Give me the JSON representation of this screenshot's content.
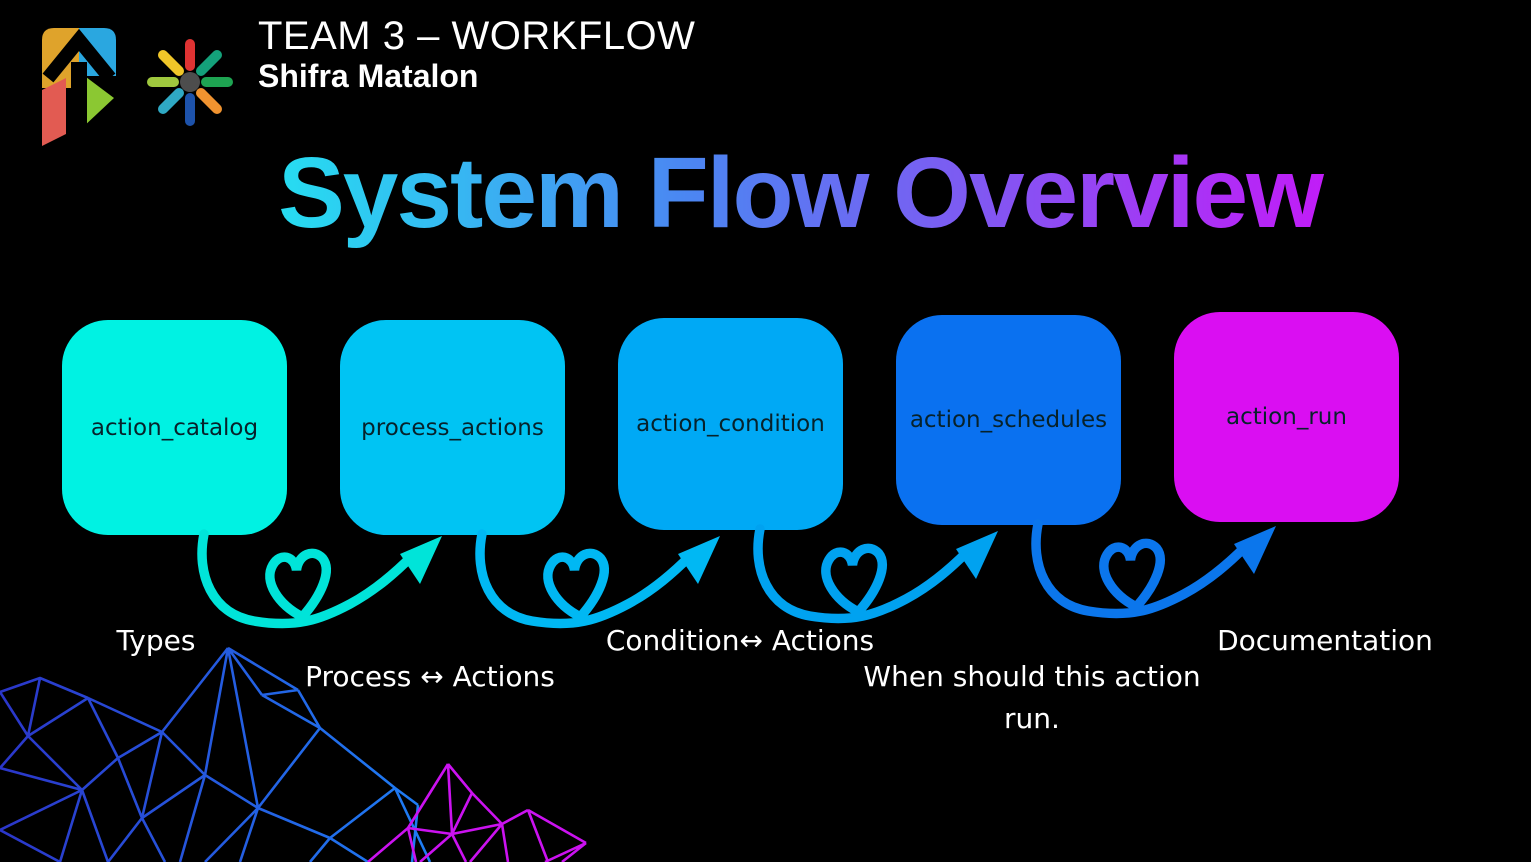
{
  "header": {
    "team_title": "TEAM 3 – WORKFLOW",
    "author": "Shifra Matalon"
  },
  "title": "System Flow Overview",
  "flow": {
    "boxes": [
      {
        "label": "action_catalog",
        "color": "#00f2e3"
      },
      {
        "label": "process_actions",
        "color": "#00c4f3"
      },
      {
        "label": "action_condition",
        "color": "#00a9f5"
      },
      {
        "label": "action_schedules",
        "color": "#0a71f0"
      },
      {
        "label": "action_run",
        "color": "#da0ef2"
      }
    ],
    "connector_colors": [
      "#00e4d9",
      "#00b8f3",
      "#00a2f0",
      "#0b76ec"
    ],
    "captions": [
      "Types",
      "Process ↔ Actions",
      "Condition↔ Actions",
      "When should this action run.",
      "Documentation"
    ]
  },
  "colors": {
    "background": "#000000",
    "caption_text": "#ffffff",
    "header_text": "#ffffff",
    "box_text": "#07222b",
    "title_gradient": [
      "#23e5f1",
      "#4b86f2",
      "#7e5af2",
      "#c816f8"
    ],
    "mesh_blue": [
      "#2b36c9",
      "#1e7ef5"
    ],
    "mesh_magenta": "#cb12f0"
  },
  "logos": {
    "arrow_logo": {
      "yellow": "#dfa32b",
      "blue": "#2aa7e0",
      "red": "#e25b52",
      "green": "#8bc832"
    },
    "burst": {
      "center": "#4d4d4d",
      "rays": [
        "#df3333",
        "#14a17a",
        "#1ea452",
        "#f09330",
        "#1d52aa",
        "#2fa9c4",
        "#9fc83e",
        "#f0c629"
      ]
    }
  }
}
